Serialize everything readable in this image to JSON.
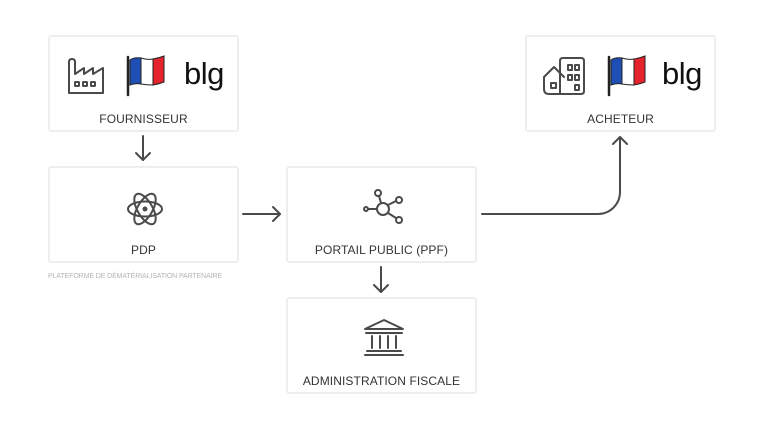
{
  "nodes": {
    "fournisseur": {
      "label": "FOURNISSEUR",
      "brand": "blg",
      "icons": [
        "factory-icon",
        "france-flag-icon"
      ]
    },
    "acheteur": {
      "label": "ACHETEUR",
      "brand": "blg",
      "icons": [
        "buildings-icon",
        "france-flag-icon"
      ]
    },
    "pdp": {
      "label": "PDP",
      "sublabel": "PLATEFORME DE DÉMATÉRIALISATION PARTENAIRE",
      "icons": [
        "atom-icon"
      ]
    },
    "ppf": {
      "label": "PORTAIL PUBLIC (PPF)",
      "icons": [
        "network-hub-icon"
      ]
    },
    "admin": {
      "label": "ADMINISTRATION FISCALE",
      "icons": [
        "government-building-icon"
      ]
    }
  },
  "colors": {
    "stroke": "#4a4a4a",
    "border": "#eeeeee",
    "flag_blue": "#1f4fb5",
    "flag_red": "#e5232c"
  }
}
